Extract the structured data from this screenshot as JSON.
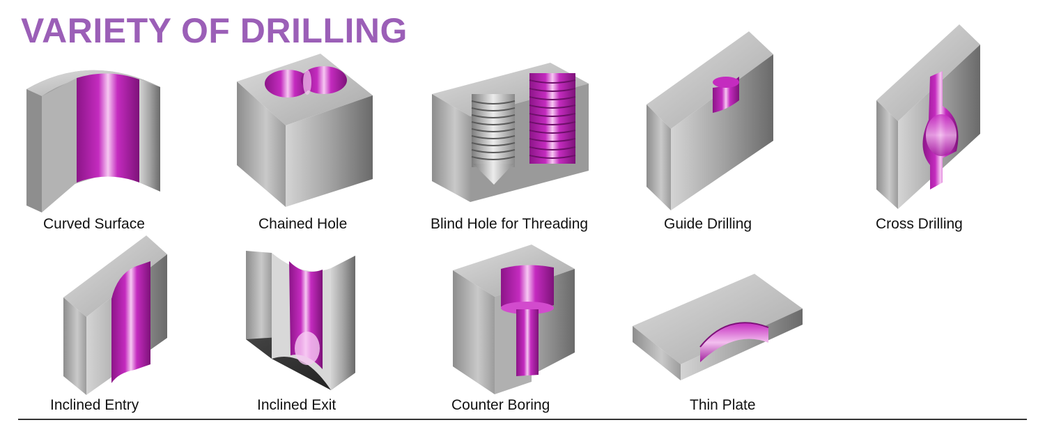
{
  "title": "VARIETY OF DRILLING",
  "colors": {
    "title": "#9b5fb7",
    "hole_magenta": "#b51fb0",
    "hole_highlight": "#f6c8f2",
    "metal_light": "#e2e2e2",
    "metal_mid": "#a9a9a9",
    "metal_dark": "#5e5e5e"
  },
  "items": [
    {
      "label": "Curved Surface",
      "icon": "curved-surface-block"
    },
    {
      "label": "Chained Hole",
      "icon": "chained-hole-block"
    },
    {
      "label": "Blind Hole for Threading",
      "icon": "blind-hole-threading-block"
    },
    {
      "label": "Guide Drilling",
      "icon": "guide-drilling-block"
    },
    {
      "label": "Cross Drilling",
      "icon": "cross-drilling-block"
    },
    {
      "label": "Inclined Entry",
      "icon": "inclined-entry-block"
    },
    {
      "label": "Inclined Exit",
      "icon": "inclined-exit-block"
    },
    {
      "label": "Counter Boring",
      "icon": "counter-boring-block"
    },
    {
      "label": "Thin Plate",
      "icon": "thin-plate-block"
    }
  ]
}
